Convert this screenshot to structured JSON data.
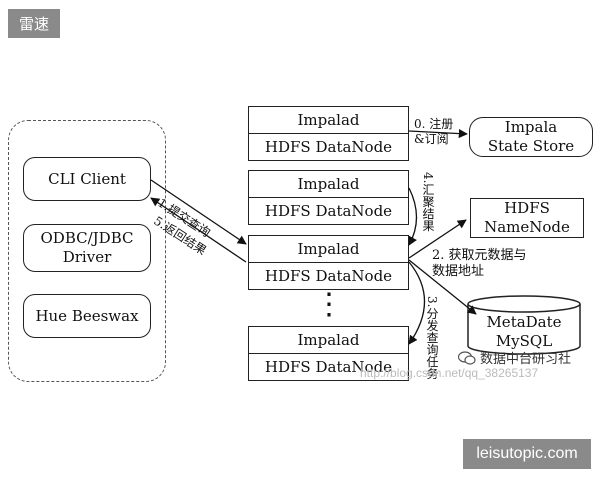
{
  "badges": {
    "top_left": "雷速",
    "bottom_right": "leisutopic.com"
  },
  "clients": [
    "CLI Client",
    "ODBC/JDBC\nDriver",
    "Hue Beeswax"
  ],
  "nodes": [
    {
      "top": "Impalad",
      "bottom": "HDFS DataNode"
    },
    {
      "top": "Impalad",
      "bottom": "HDFS DataNode"
    },
    {
      "top": "Impalad",
      "bottom": "HDFS DataNode"
    },
    {
      "top": "Impalad",
      "bottom": "HDFS DataNode"
    }
  ],
  "ellipsis": "⋮",
  "services": {
    "state_store": "Impala\nState Store",
    "namenode": "HDFS\nNameNode",
    "metastore": "MetaDate\nMySQL"
  },
  "labels": {
    "register": "0. 注册\n&订阅",
    "submit": "1.提交查询",
    "return": "5.返回结果",
    "aggregate": "4.汇聚结果",
    "fetch_meta": "2. 获取元数据与\n数据地址",
    "distribute": "3.分发查询任务"
  },
  "watermark": {
    "text": "数据中台研习社",
    "url": "http://blog.csdn.net/qq_38265137"
  }
}
